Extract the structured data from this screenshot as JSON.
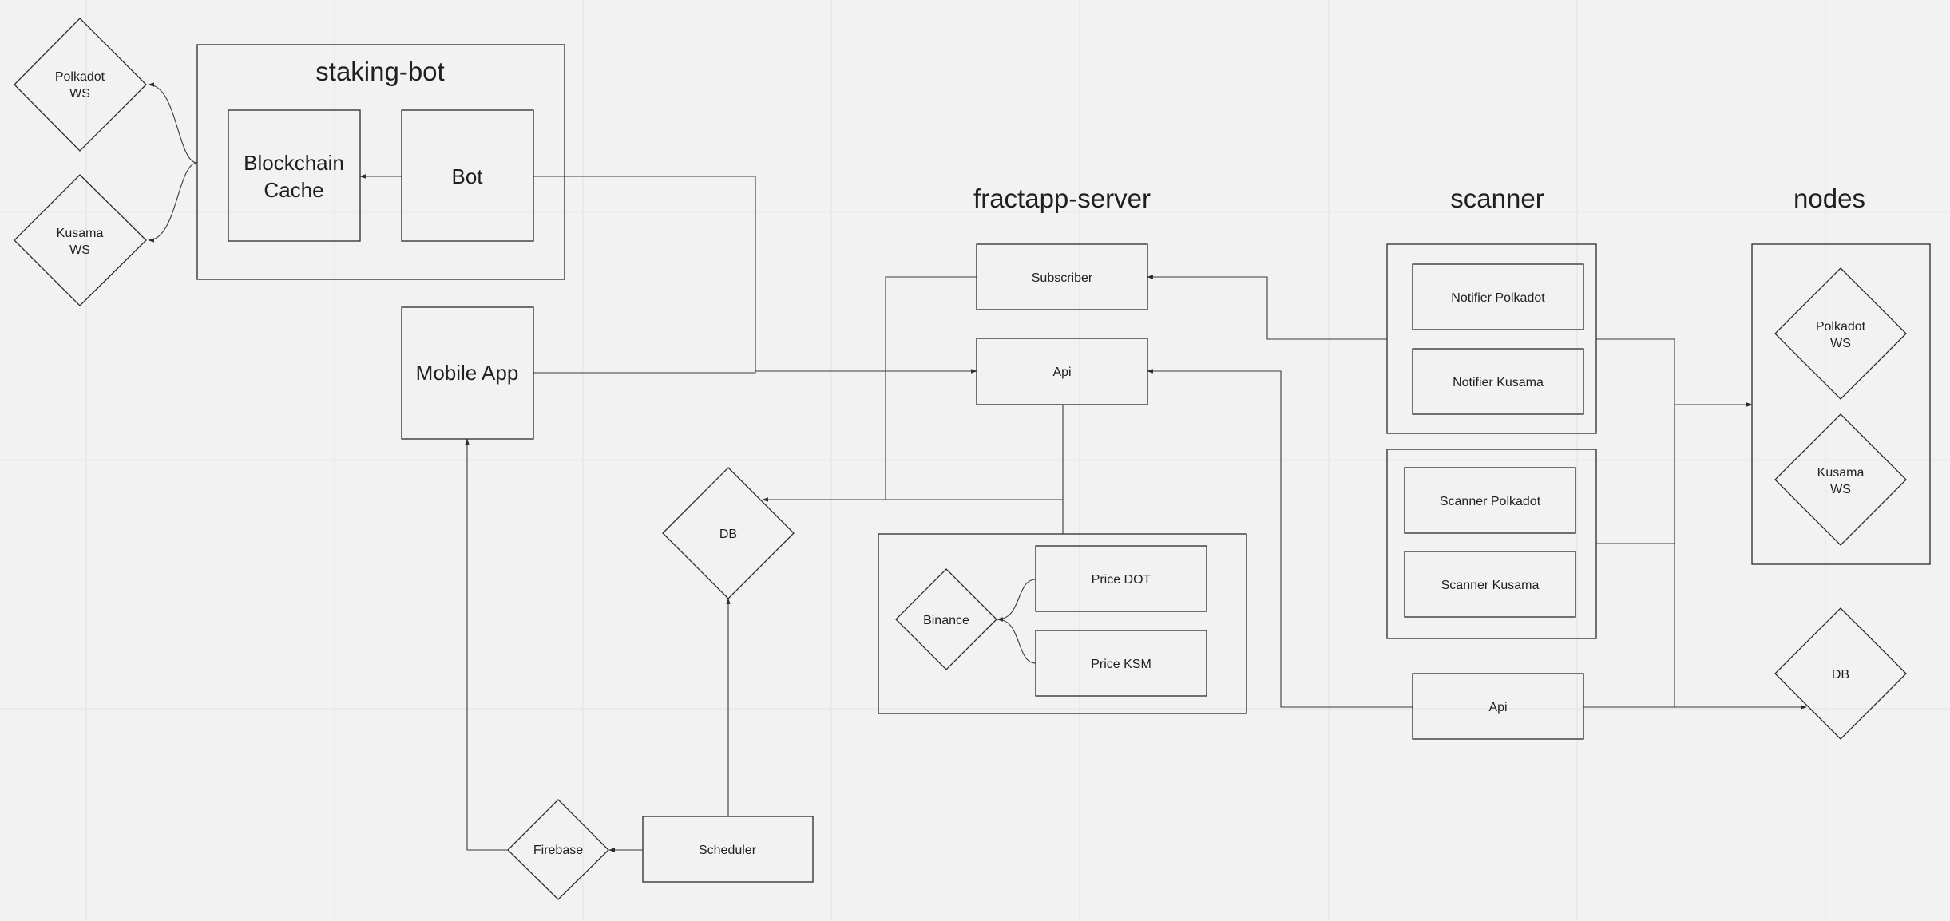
{
  "groups": {
    "staking_bot": "staking-bot",
    "fractapp_server": "fractapp-server",
    "scanner": "scanner",
    "nodes": "nodes"
  },
  "nodes": {
    "polkadot_ws_1": "Polkadot",
    "polkadot_ws_2": "WS",
    "kusama_ws_1": "Kusama",
    "kusama_ws_2": "WS",
    "blockchain_cache_1": "Blockchain",
    "blockchain_cache_2": "Cache",
    "bot": "Bot",
    "mobile_app": "Mobile App",
    "db_left": "DB",
    "firebase": "Firebase",
    "scheduler": "Scheduler",
    "subscriber": "Subscriber",
    "server_api": "Api",
    "binance": "Binance",
    "price_dot": "Price DOT",
    "price_ksm": "Price KSM",
    "notifier_polkadot": "Notifier Polkadot",
    "notifier_kusama": "Notifier Kusama",
    "scanner_polkadot": "Scanner Polkadot",
    "scanner_kusama": "Scanner Kusama",
    "scanner_api": "Api",
    "nodes_polkadot_ws_1": "Polkadot",
    "nodes_polkadot_ws_2": "WS",
    "nodes_kusama_ws_1": "Kusama",
    "nodes_kusama_ws_2": "WS",
    "db_right": "DB"
  }
}
